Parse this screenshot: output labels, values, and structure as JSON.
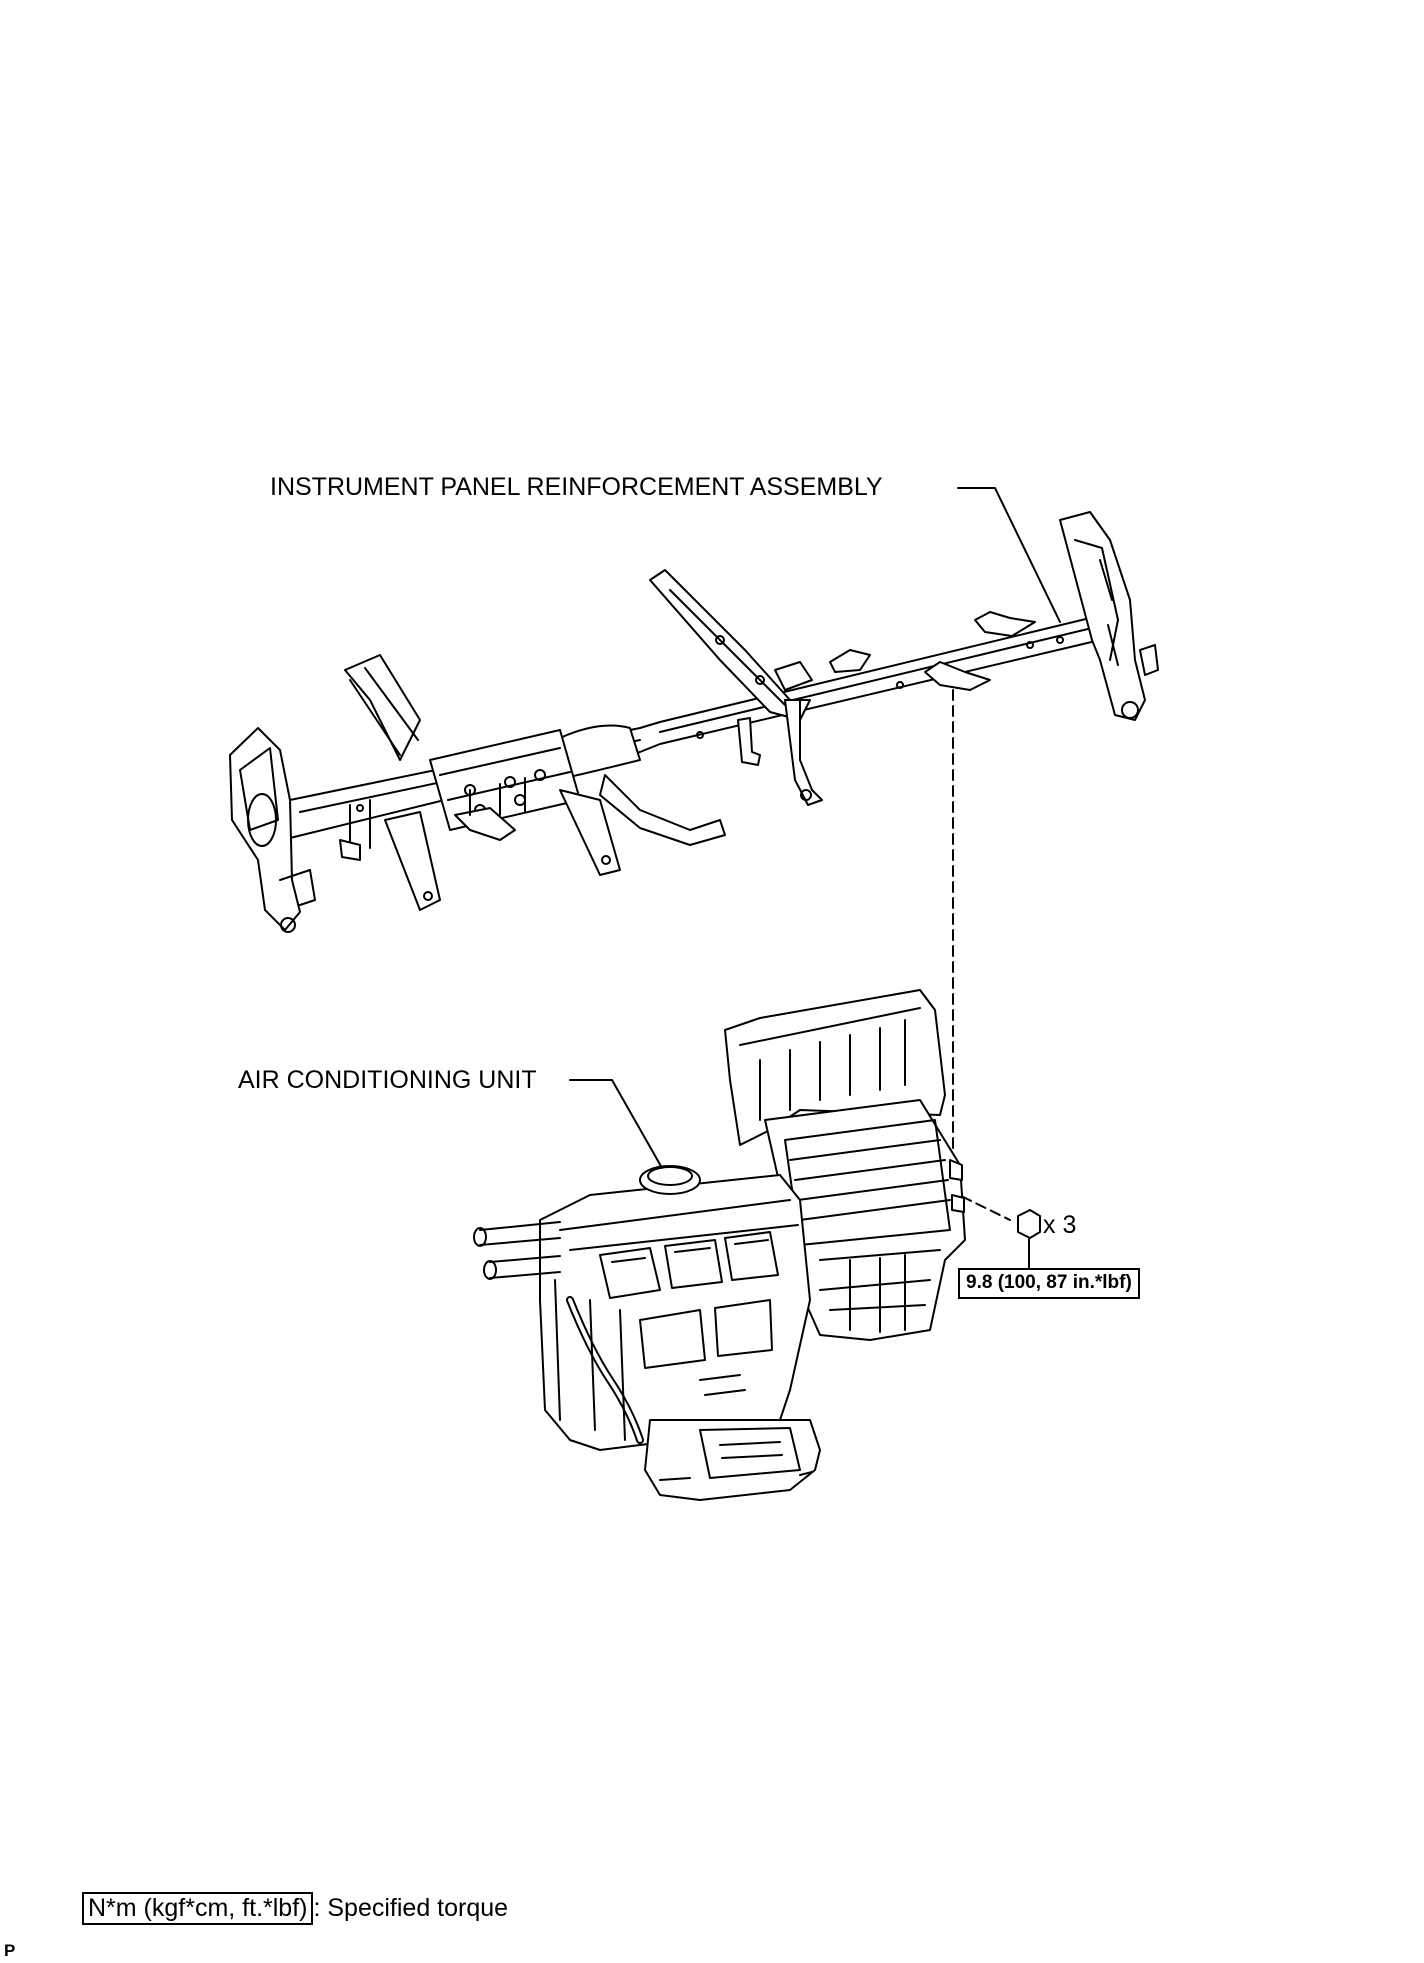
{
  "labels": {
    "reinforcement": "INSTRUMENT PANEL REINFORCEMENT ASSEMBLY",
    "ac_unit": "AIR CONDITIONING UNIT",
    "quantity": "x 3",
    "torque": "9.8 (100, 87 in.*lbf)"
  },
  "legend": {
    "unit": "N*m (kgf*cm, ft.*lbf)",
    "text": ": Specified torque"
  },
  "footer": {
    "code": "P"
  }
}
